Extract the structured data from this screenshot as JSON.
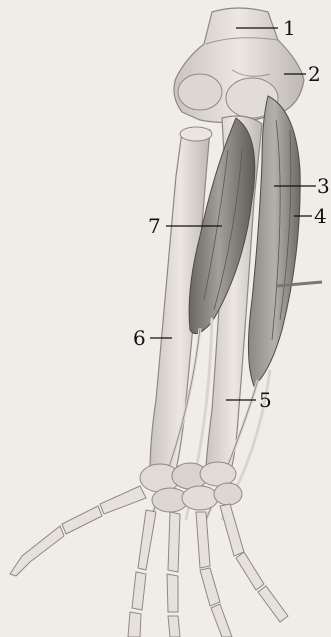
{
  "labels": {
    "l1": "1",
    "l2": "2",
    "l3": "3",
    "l4": "4",
    "l5": "5",
    "l6": "6",
    "l7": "7"
  },
  "colors": {
    "background": "#f0ede8",
    "bone_fill": "#e6e2db",
    "bone_shade": "#b9b4ad",
    "muscle_fill": "#8c8985",
    "muscle_dark": "#5f5c58",
    "ink": "#111111"
  }
}
